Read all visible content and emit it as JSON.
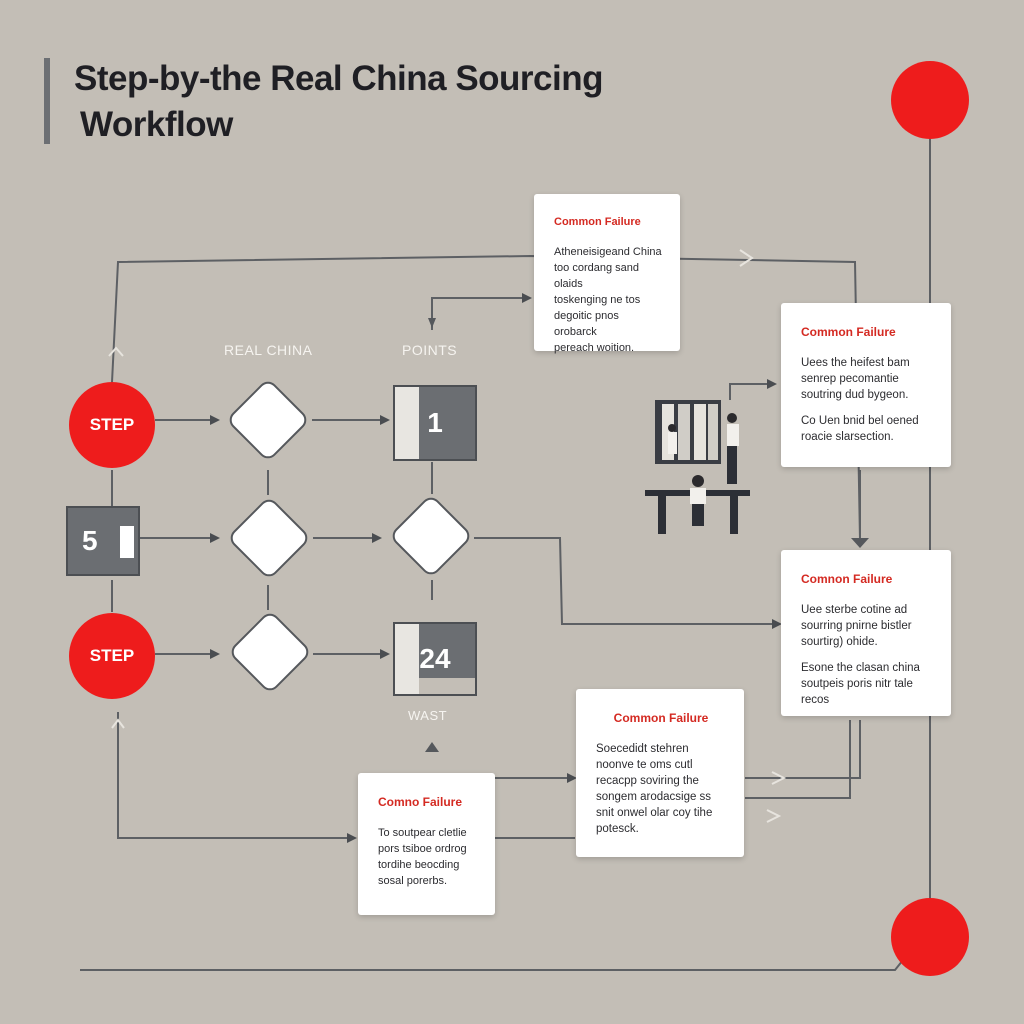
{
  "title": {
    "line1": "Step-by-the Real China Sourcing",
    "line2": "Workflow"
  },
  "nodes": {
    "step_top": "STEP",
    "step_bottom": "STEP",
    "box_left": "5",
    "box_points": "1",
    "box_bottom": "24"
  },
  "labels": {
    "real_china": "REAL CHINA",
    "points": "POINTS",
    "wast": "WAST"
  },
  "cards": {
    "top": {
      "heading": "Common Failure",
      "body": "Atheneisigeand China\ntoo cordang sand olaids\ntoskenging ne tos\ndegoitic pnos orobarck\npereach woition."
    },
    "right_upper": {
      "heading": "Common Failure",
      "body": "Uees the heifest bam\nsenrep pecomantie\nsoutring dud bygeon.",
      "body2": "Co Uen bnid bel oened\nroacie slarsection."
    },
    "right_lower": {
      "heading": "Comnon Failure",
      "body": "Uee sterbe cotine ad\nsourring pnirne bistler\nsourtirg) ohide.",
      "body2": "Esone the clasan china\nsoutpeis poris nitr tale\nrecos"
    },
    "bottom_center": {
      "heading": "Common Failure",
      "body": "Soecedidt stehren\nnoonve te oms cutl\nrecacpp soviring the\nsongem arodacsige ss\nsnit onwel olar coy tihe\npotesck."
    },
    "bottom_left": {
      "heading": "Comno Failure",
      "body": "To soutpear cletlie\npors tsiboe ordrog\ntordihe beocding\nsosal porerbs."
    }
  },
  "colors": {
    "background": "#c3beb6",
    "accent_red": "#ee1c1c",
    "heading_red": "#d42a22",
    "line": "#5d6064",
    "box_gray": "#6b6e72"
  }
}
